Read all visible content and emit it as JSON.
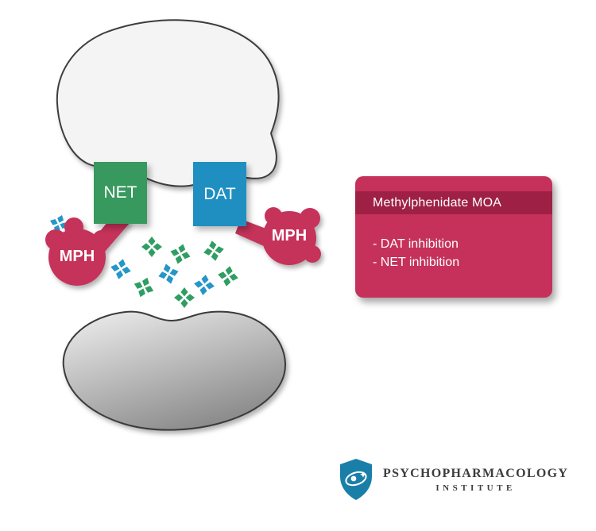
{
  "diagram": {
    "net_label": "NET",
    "dat_label": "DAT",
    "mph_left_label": "MPH",
    "mph_right_label": "MPH"
  },
  "info_box": {
    "title": "Methylphenidate MOA",
    "items": [
      "- DAT inhibition",
      "- NET inhibition"
    ]
  },
  "logo": {
    "line1": "PSYCHOPHARMACOLOGY",
    "line2": "INSTITUTE"
  },
  "colors": {
    "mph_crimson": "#c5315a",
    "info_header_red": "#9e2145",
    "net_green": "#37995e",
    "dat_blue": "#1f8fc1",
    "neurotransmitter_green": "#2f9e63",
    "neurotransmitter_blue": "#2596c8",
    "presynaptic_fill": "#f4f4f4",
    "logo_teal": "#1a7fa8"
  }
}
